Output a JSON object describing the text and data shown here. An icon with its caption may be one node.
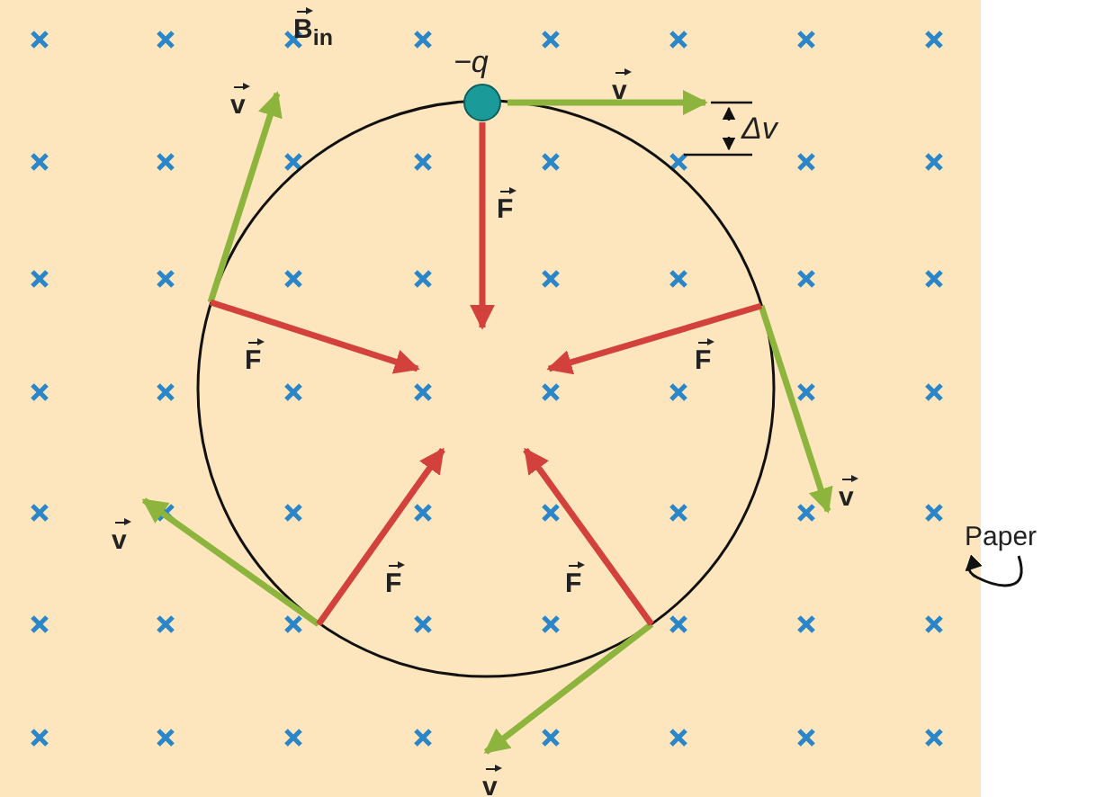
{
  "diagram": {
    "nodes": [
      {
        "text": [],
        "shape": "box"
      },
      {
        "text": [
          "Paper"
        ]
      }
    ],
    "edges": [
      {
        "from": 1,
        "to": 0,
        "arrow": "to"
      }
    ],
    "labels": [
      "B$_{in}$",
      "−q",
      "v",
      "v",
      "Δv",
      "F",
      "F",
      "F",
      "v",
      "v",
      "F",
      "F",
      "v"
    ]
  }
}
